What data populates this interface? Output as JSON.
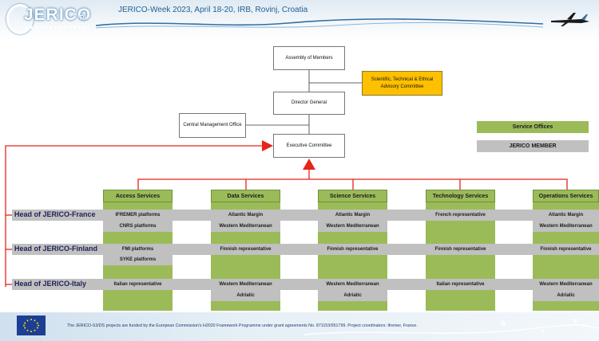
{
  "header": {
    "logo": "JERICO",
    "logo_suffix": "RI",
    "title": "JERICO-Week 2023, April 18-20, IRB, Rovinj, Croatia"
  },
  "governance": {
    "assembly": "Assembly of Members",
    "scientific_committee": "Scientific, Technical & Ethical Advisory Committee",
    "director": "Director General",
    "central_office": "Central Management Office",
    "executive": "Executive Committee"
  },
  "legend": {
    "service_offices": "Service Offices",
    "member": "JERICO MEMBER"
  },
  "services": [
    "Access Services",
    "Data Services",
    "Science Services",
    "Technology Services",
    "Operations Services"
  ],
  "heads": [
    {
      "label": "Head of JERICO-France",
      "cells": [
        [
          "IFREMER platforms",
          "CNRS platforms"
        ],
        [
          "Atlantic Margin",
          "Western Mediterranean"
        ],
        [
          "Atlantic Margin",
          "Western Mediterranean"
        ],
        [
          "French representative"
        ],
        [
          "Atlantic Margin",
          "Western Mediterranean"
        ]
      ]
    },
    {
      "label": "Head of JERICO-Finland",
      "cells": [
        [
          "FMI platforms",
          "SYKE platforms"
        ],
        [
          "Finnish representative"
        ],
        [
          "Finnish representative"
        ],
        [
          "Finnish representative"
        ],
        [
          "Finnish representative"
        ]
      ]
    },
    {
      "label": "Head of JERICO-Italy",
      "cells": [
        [
          "Italian representative"
        ],
        [
          "Western Mediterranean",
          "Adriatic"
        ],
        [
          "Western Mediterranean",
          "Adriatic"
        ],
        [
          "Italian representative"
        ],
        [
          "Western Mediterranean",
          "Adriatic"
        ]
      ]
    }
  ],
  "footer": {
    "text": "The JERICO-S3/DS projects are funded by the European Commission's H2020 Framework Programme under grant agreements No. 871153/951799. Project coordinators: Ifremer, France."
  },
  "colors": {
    "service_green": "#9bbb59",
    "member_grey": "#c0c0c0",
    "committee_orange": "#ffc000",
    "connector_red": "#e8231a",
    "header_blue": "#1f5f93"
  },
  "icons": [
    "jerico-logo",
    "glider-icon",
    "eu-flag-icon"
  ]
}
